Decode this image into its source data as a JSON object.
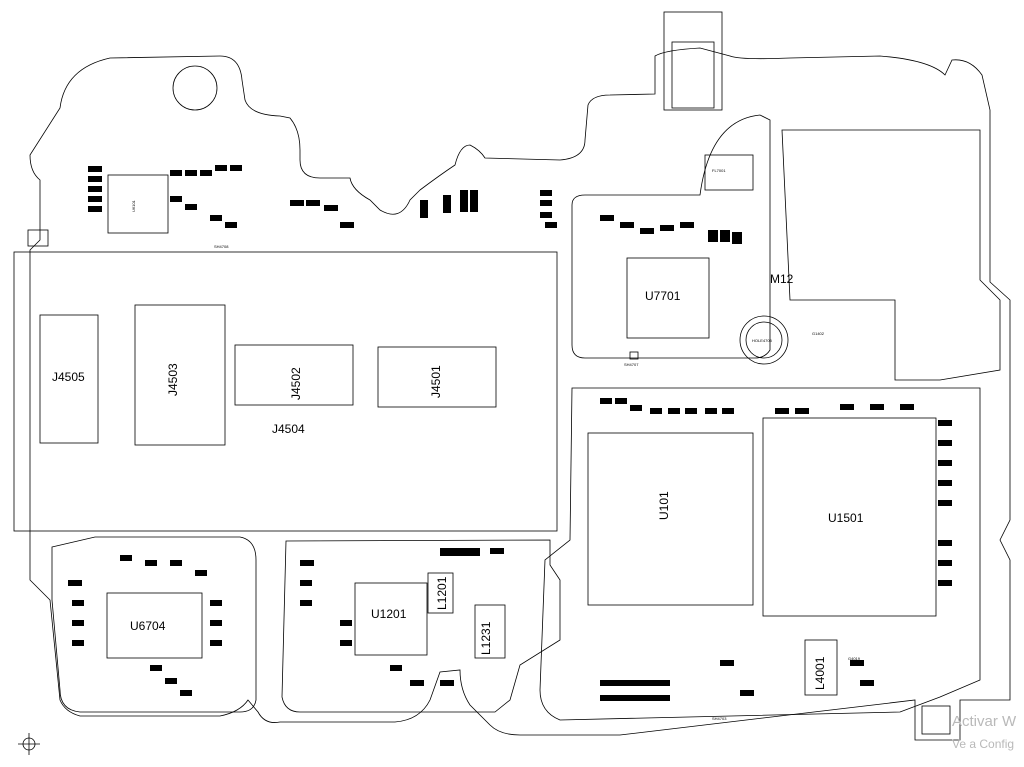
{
  "labels": {
    "u101": "U101",
    "u1501": "U1501",
    "u7701": "U7701",
    "u6704": "U6704",
    "u1201": "U1201",
    "u6101": "U6101",
    "l1201": "L1201",
    "l1231": "L1231",
    "l4001": "L4001",
    "j4505": "J4505",
    "j4503": "J4503",
    "j4502": "J4502",
    "j4501": "J4501",
    "j4504": "J4504",
    "m12": "M12",
    "fl7001": "FL7001",
    "sh4707": "SH4707",
    "sh4708": "SH4708",
    "sh4703": "SH4703",
    "g4019": "G4019",
    "g1402": "G1402",
    "hole": "HOLE4705"
  },
  "watermark": {
    "line1": "Activar W",
    "line2": "Ve a Config"
  },
  "colors": {
    "ink": "#000000",
    "background": "#ffffff",
    "watermark": "#b9b9b9"
  }
}
